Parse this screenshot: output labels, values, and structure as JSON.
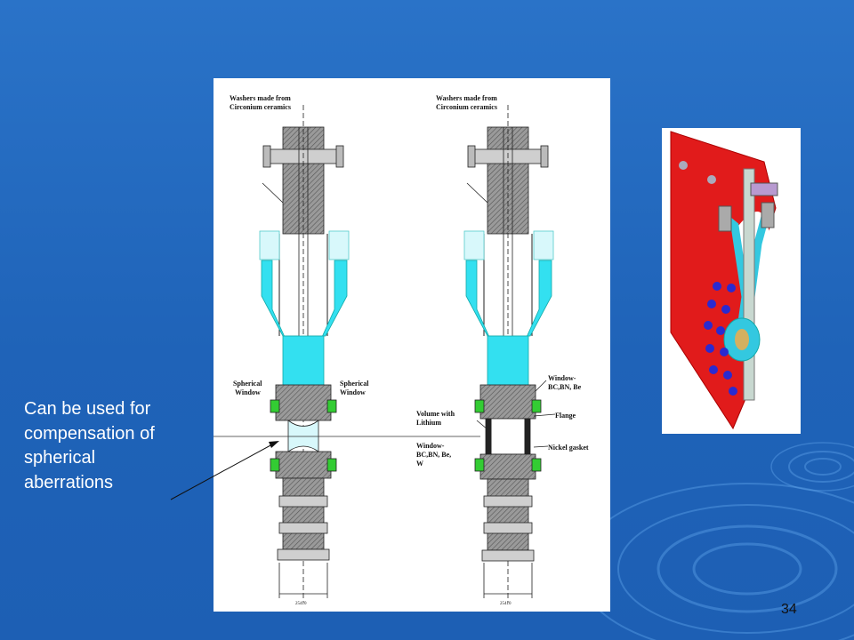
{
  "slide": {
    "caption_lines": [
      "Can be used for",
      "compensation of",
      "spherical",
      "aberrations"
    ],
    "page_number": "34"
  },
  "drawing": {
    "left_assembly": {
      "washer_note_1": "Washers made from",
      "washer_note_2": "Circonium ceramics",
      "spherical_left_1": "Spherical",
      "spherical_left_2": "Window",
      "spherical_right_1": "Spherical",
      "spherical_right_2": "Window",
      "dim": "25410"
    },
    "right_assembly": {
      "washer_note_1": "Washers made from",
      "washer_note_2": "Circonium ceramics",
      "window_top_1": "Window-",
      "window_top_2": "BC,BN, Be",
      "flange": "Flange",
      "volume_1": "Volume with",
      "volume_2": "Lithium",
      "window_bottom_1": "Window-",
      "window_bottom_2": "BC,BN, Be,",
      "window_bottom_3": "W",
      "nickel": "Nickel gasket",
      "dim": "25410"
    }
  },
  "colors": {
    "background": "#2166bd",
    "tube": "#33e0f0",
    "plate": "#e11b1b",
    "bolt": "#2a2ad0"
  }
}
